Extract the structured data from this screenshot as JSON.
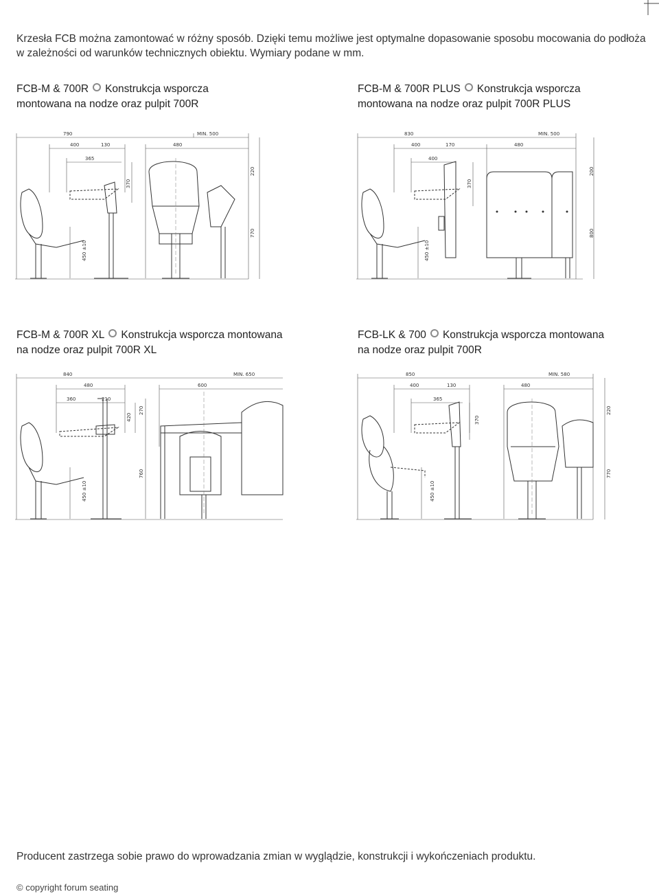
{
  "intro": "Krzesła FCB można zamontować w różny sposób. Dzięki temu możliwe jest optymalne dopasowanie sposobu mocowania do podłoża w zależności od warunków technicznych obiektu. Wymiary podane w mm.",
  "sections": [
    {
      "model": "FCB-M & 700R",
      "desc_line1": "Konstrukcja wsporcza",
      "line2": "montowana na nodze oraz pulpit 700R",
      "dims": {
        "total": "790",
        "min": "MIN. 500",
        "a": "400",
        "b": "130",
        "c": "480",
        "d": "365",
        "h1": "370",
        "h2": "220",
        "h3": "770",
        "h4": "450 ±10"
      }
    },
    {
      "model": "FCB-M & 700R PLUS",
      "desc_line1": "Konstrukcja wsporcza",
      "line2": "montowana na nodze oraz pulpit 700R PLUS",
      "dims": {
        "total": "830",
        "min": "MIN. 500",
        "a": "400",
        "b": "170",
        "c": "480",
        "d": "400",
        "h1": "370",
        "h2": "200",
        "h3": "800",
        "h4": "450 ±10"
      }
    },
    {
      "model": "FCB-M & 700R XL",
      "desc_line1": "Konstrukcja wsporcza montowana",
      "line2": "na nodze oraz pulpit 700R XL",
      "dims": {
        "total": "840",
        "min": "MIN. 650",
        "a": "480",
        "b": "600",
        "c": "360",
        "d": "210",
        "h1": "420",
        "h2": "270",
        "h3": "760",
        "h4": "450 ±10"
      }
    },
    {
      "model": "FCB-LK & 700",
      "desc_line1": "Konstrukcja wsporcza montowana",
      "line2": "na nodze oraz pulpit 700R",
      "dims": {
        "total": "850",
        "min": "MIN. 580",
        "a": "400",
        "b": "130",
        "c": "480",
        "d": "365",
        "h1": "370",
        "h2": "220",
        "h3": "770",
        "h4": "450 ±10"
      }
    }
  ],
  "footer": "Producent zastrzega sobie prawo do wprowadzania zmian w wyglądzie, konstrukcji i wykończeniach produktu.",
  "copyright": "© copyright forum seating"
}
